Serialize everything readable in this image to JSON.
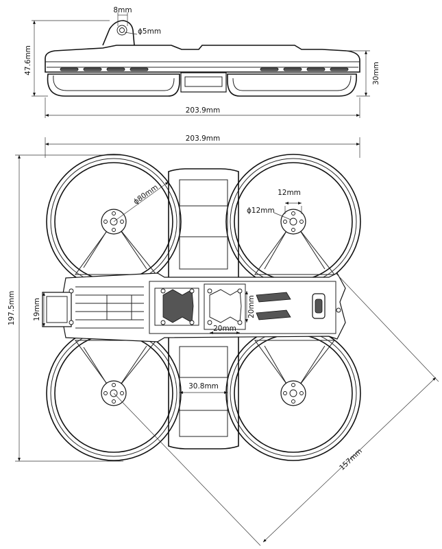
{
  "dimensions": {
    "side_view": {
      "hole_width": "8mm",
      "hole_diameter": "ϕ5mm",
      "height_total": "47.6mm",
      "height_body": "30mm",
      "width": "203.9mm"
    },
    "top_view": {
      "width": "203.9mm",
      "height": "197.5mm",
      "prop_guard_diameter": "ϕ80mm",
      "motor_mount_spacing": "12mm",
      "motor_center_diameter": "ϕ12mm",
      "camera_mount_height": "19mm",
      "stack_mount_vertical": "20mm",
      "stack_mount_horizontal": "20mm",
      "battery_bay_width": "30.8mm",
      "diagonal_wheelbase": "157mm"
    }
  }
}
